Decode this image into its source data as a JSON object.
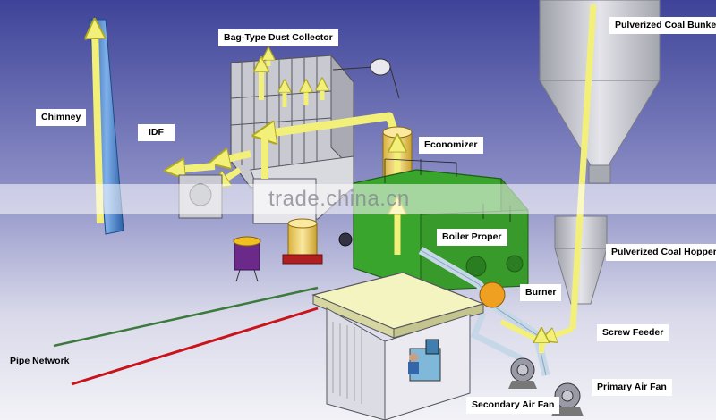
{
  "labels": {
    "bag_type_dust_collector": "Bag-Type Dust Collector",
    "pulverized_coal_bunker": "Pulverized Coal Bunker",
    "chimney": "Chimney",
    "idf": "IDF",
    "economizer": "Economizer",
    "boiler_proper": "Boiler Proper",
    "pulverized_coal_hopper": "Pulverized Coal Hopper",
    "burner": "Burner",
    "screw_feeder": "Screw Feeder",
    "pipe_network": "Pipe Network",
    "primary_air_fan": "Primary Air Fan",
    "secondary_air_fan": "Secondary Air Fan"
  },
  "watermark": "trade.china.cn",
  "colors": {
    "background_top": "#4a4fa0",
    "background_bottom": "#ececf4",
    "boiler_green": "#3aa52c",
    "flow_arrow_yellow": "#f3f07a",
    "chimney_blue": "#4a86cf",
    "dust_collector_gray": "#c8c8d0",
    "pipe_red": "#c8141a",
    "pipe_green": "#3c7a3c"
  }
}
